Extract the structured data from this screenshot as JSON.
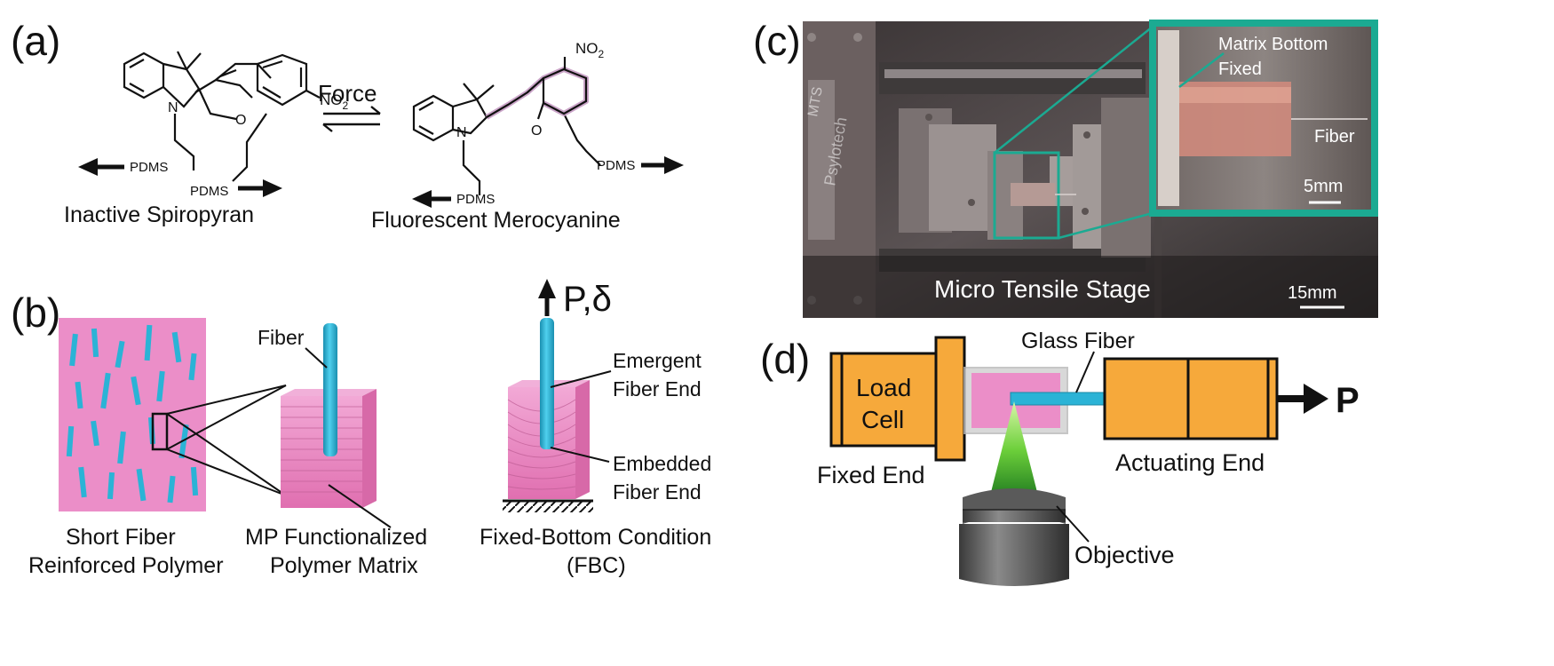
{
  "panels": {
    "a": {
      "label": "(a)",
      "force": "Force",
      "spiropyran": {
        "pdms_left": "PDMS",
        "pdms_bottom": "PDMS",
        "n_label": "N",
        "o_label": "O",
        "no2": "NO",
        "no2_sub": "2",
        "caption": "Inactive Spiropyran"
      },
      "merocyanine": {
        "pdms_right": "PDMS",
        "pdms_bottom": "PDMS",
        "n_label": "N",
        "o_label": "O",
        "no2": "NO",
        "no2_sub": "2",
        "caption": "Fluorescent Merocyanine"
      }
    },
    "b": {
      "label": "(b)",
      "load_label": "P,δ",
      "fiber_label": "Fiber",
      "emergent_label_1": "Emergent",
      "emergent_label_2": "Fiber End",
      "embedded_label_1": "Embedded",
      "embedded_label_2": "Fiber End",
      "caption_1a": "Short Fiber",
      "caption_1b": "Reinforced Polymer",
      "caption_2a": "MP Functionalized",
      "caption_2b": "Polymer Matrix",
      "caption_3a": "Fixed-Bottom Condition",
      "caption_3b": "(FBC)"
    },
    "c": {
      "label": "(c)",
      "stage_label": "Micro Tensile Stage",
      "scale_main": "15mm",
      "inset_matrix_1": "Matrix Bottom",
      "inset_matrix_2": "Fixed",
      "inset_fiber": "Fiber",
      "inset_scale": "5mm",
      "stamp_text": "MTS",
      "brand_text": "Psylotech"
    },
    "d": {
      "label": "(d)",
      "glass_fiber": "Glass Fiber",
      "load_cell_1": "Load",
      "load_cell_2": "Cell",
      "fixed_end": "Fixed End",
      "actuating_end": "Actuating End",
      "objective": "Objective",
      "load_p": "P"
    }
  },
  "colors": {
    "matrix_pink": "#EB8EC8",
    "matrix_pink_dark": "#D8679F",
    "fiber_blue": "#2BB3D6",
    "load_orange": "#F6A93B",
    "teal_frame": "#1BAA92",
    "merocyanine_highlight": "#C59BC3",
    "photo_dark": "#2a2a2a"
  }
}
